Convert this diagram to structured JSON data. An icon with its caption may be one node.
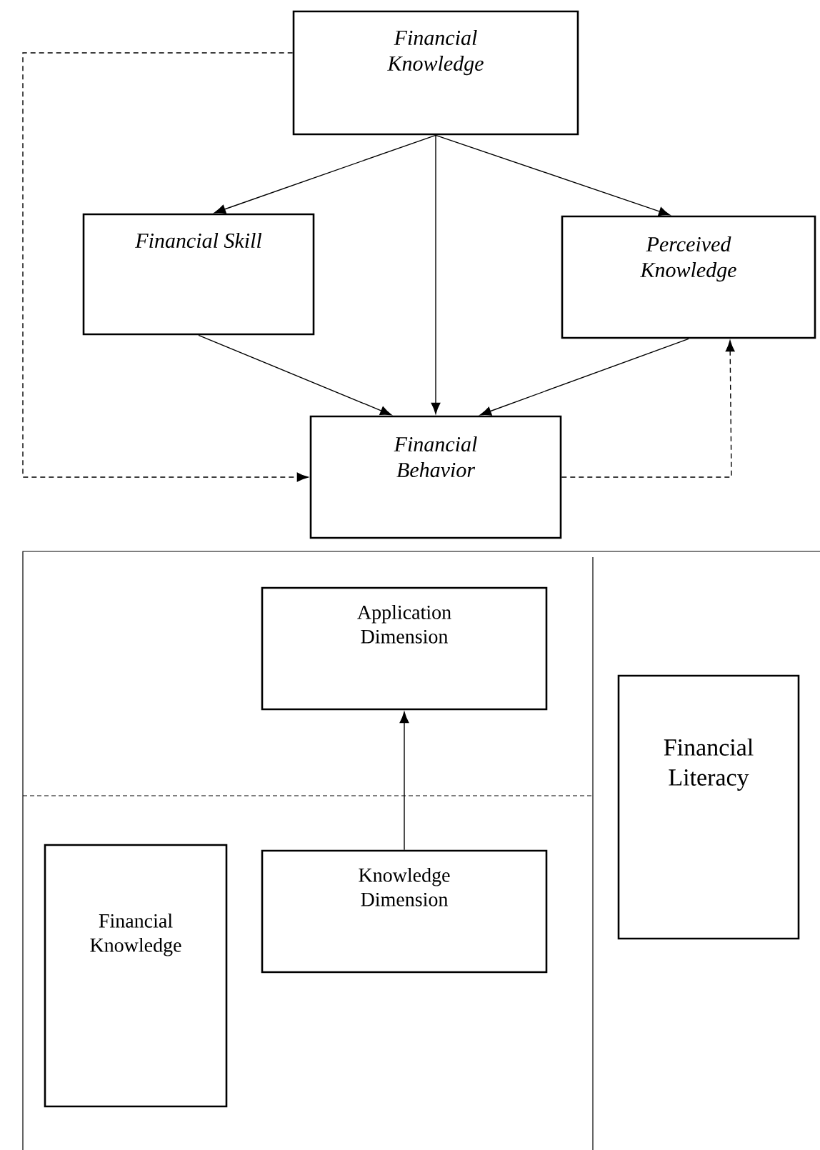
{
  "diagram": {
    "nodes": [
      {
        "text": [
          "Financial Knowledge"
        ]
      },
      {
        "text": [
          "Financial Skill"
        ]
      },
      {
        "text": [
          "Perceived Knowledge"
        ]
      },
      {
        "text": [
          "Financial Behavior"
        ]
      },
      {
        "text": [
          "Application Dimension"
        ]
      },
      {
        "text": [
          "Financial Literacy"
        ]
      },
      {
        "text": [
          "Knowledge Dimension"
        ]
      },
      {
        "text": [
          "Financial Knowledge"
        ]
      }
    ],
    "edges": [
      {
        "from": 0,
        "to": 1,
        "arrow": "to"
      },
      {
        "from": 0,
        "to": 3,
        "arrow": "to"
      },
      {
        "from": 0,
        "to": 2,
        "arrow": "to"
      },
      {
        "from": 1,
        "to": 3,
        "arrow": "to"
      },
      {
        "from": 2,
        "to": 3,
        "arrow": "to"
      },
      {
        "from": 0,
        "to": 3,
        "arrow": "to",
        "style": "dashed"
      },
      {
        "from": 3,
        "to": 2,
        "arrow": "to",
        "style": "dashed"
      },
      {
        "from": 6,
        "to": 4,
        "arrow": "to"
      }
    ]
  }
}
